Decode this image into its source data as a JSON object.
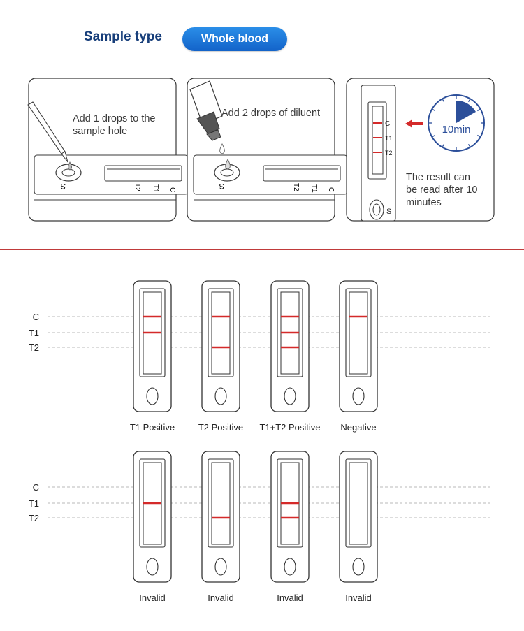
{
  "header": {
    "sample_type_label": "Sample type",
    "sample_type_value": "Whole blood"
  },
  "steps": [
    {
      "lines": [
        "Add 1 drops to the",
        "sample hole"
      ],
      "cassette_labels": {
        "s": "S",
        "c": "C",
        "t1": "T1",
        "t2": "T2"
      }
    },
    {
      "lines": [
        "Add 2 drops of diluent"
      ],
      "cassette_labels": {
        "s": "S",
        "c": "C",
        "t1": "T1",
        "t2": "T2"
      }
    },
    {
      "lines": [
        "The result can",
        "be read after 10",
        "minutes"
      ],
      "timer": "10min",
      "cassette_labels": {
        "s": "S",
        "c": "C",
        "t1": "T1",
        "t2": "T2"
      }
    }
  ],
  "line_labels": [
    "C",
    "T1",
    "T2"
  ],
  "results": [
    {
      "label": "T1 Positive",
      "bands": {
        "C": true,
        "T1": true,
        "T2": false
      }
    },
    {
      "label": "T2 Positive",
      "bands": {
        "C": true,
        "T1": false,
        "T2": true
      }
    },
    {
      "label": "T1+T2 Positive",
      "bands": {
        "C": true,
        "T1": true,
        "T2": true
      }
    },
    {
      "label": "Negative",
      "bands": {
        "C": true,
        "T1": false,
        "T2": false
      }
    },
    {
      "label": "Invalid",
      "bands": {
        "C": false,
        "T1": true,
        "T2": false
      }
    },
    {
      "label": "Invalid",
      "bands": {
        "C": false,
        "T1": false,
        "T2": true
      }
    },
    {
      "label": "Invalid",
      "bands": {
        "C": false,
        "T1": true,
        "T2": true
      }
    },
    {
      "label": "Invalid",
      "bands": {
        "C": false,
        "T1": false,
        "T2": false
      }
    }
  ],
  "colors": {
    "band": "#d42a2a",
    "divider": "#c03a3a",
    "title": "#173e7a",
    "pill": "#1b76da",
    "timer": "#2c4f9a"
  }
}
